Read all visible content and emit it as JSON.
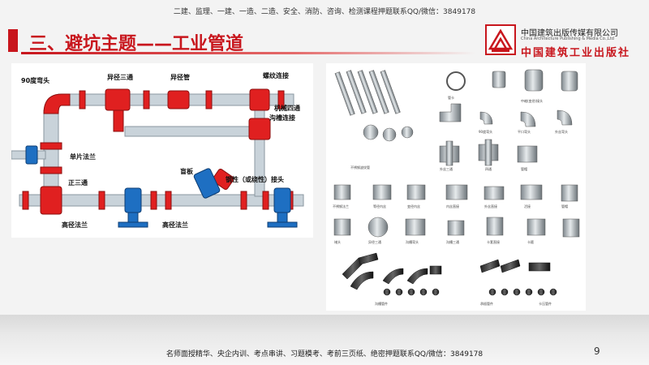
{
  "header": {
    "banner": "二建、监理、一建、一造、二造、安全、消防、咨询、检测课程押题联系QQ/微信：3849178"
  },
  "title": {
    "text": "三、避坑主题——工业管道"
  },
  "publisher": {
    "name_cn": "中国建筑出版传媒有限公司",
    "name_en": "China Architecture Publishing & Media Co.,Ltd",
    "calligraphy": "中国建筑工业出版社"
  },
  "diagram": {
    "labels": {
      "elbow90": "90度弯头",
      "reducing_tee": "异径三通",
      "reducer": "异径管",
      "threaded": "螺纹连接",
      "mechanical_cross": "机械四通",
      "groove": "沟槽连接",
      "single_flange": "单片法兰",
      "equal_tee": "正三通",
      "high_neck_flange_left": "高径法兰",
      "blind_plate": "盲板",
      "rigid_flexible": "钢性（或绕性）接头",
      "high_neck_flange_right": "高径法兰"
    }
  },
  "photos": {
    "captions": [
      "不锈钢波纹管",
      "管卡",
      "中缩(变径)接头",
      "90度弯头",
      "平口弯头",
      "外丝弯头",
      "外丝三通",
      "四通",
      "管帽",
      "不锈钢法兰",
      "等径内丝",
      "变径内丝",
      "内丝直接",
      "外丝直接",
      "活接",
      "管帽",
      "堵头",
      "异径三通",
      "沟槽弯头",
      "沟槽三通",
      "卡套直接",
      "卡箍",
      "沟槽管件",
      "承插管件",
      "卡压管件"
    ]
  },
  "footer": {
    "text": "名师面授精华、央企内训、考点串讲、习题模考、考前三页纸、绝密押题联系QQ/微信：3849178"
  },
  "page": {
    "number": "9"
  },
  "colors": {
    "accent": "#c8161d",
    "pipe": "#c9d3da",
    "fitting": "#e02020",
    "valve": "#1e6fc2"
  }
}
